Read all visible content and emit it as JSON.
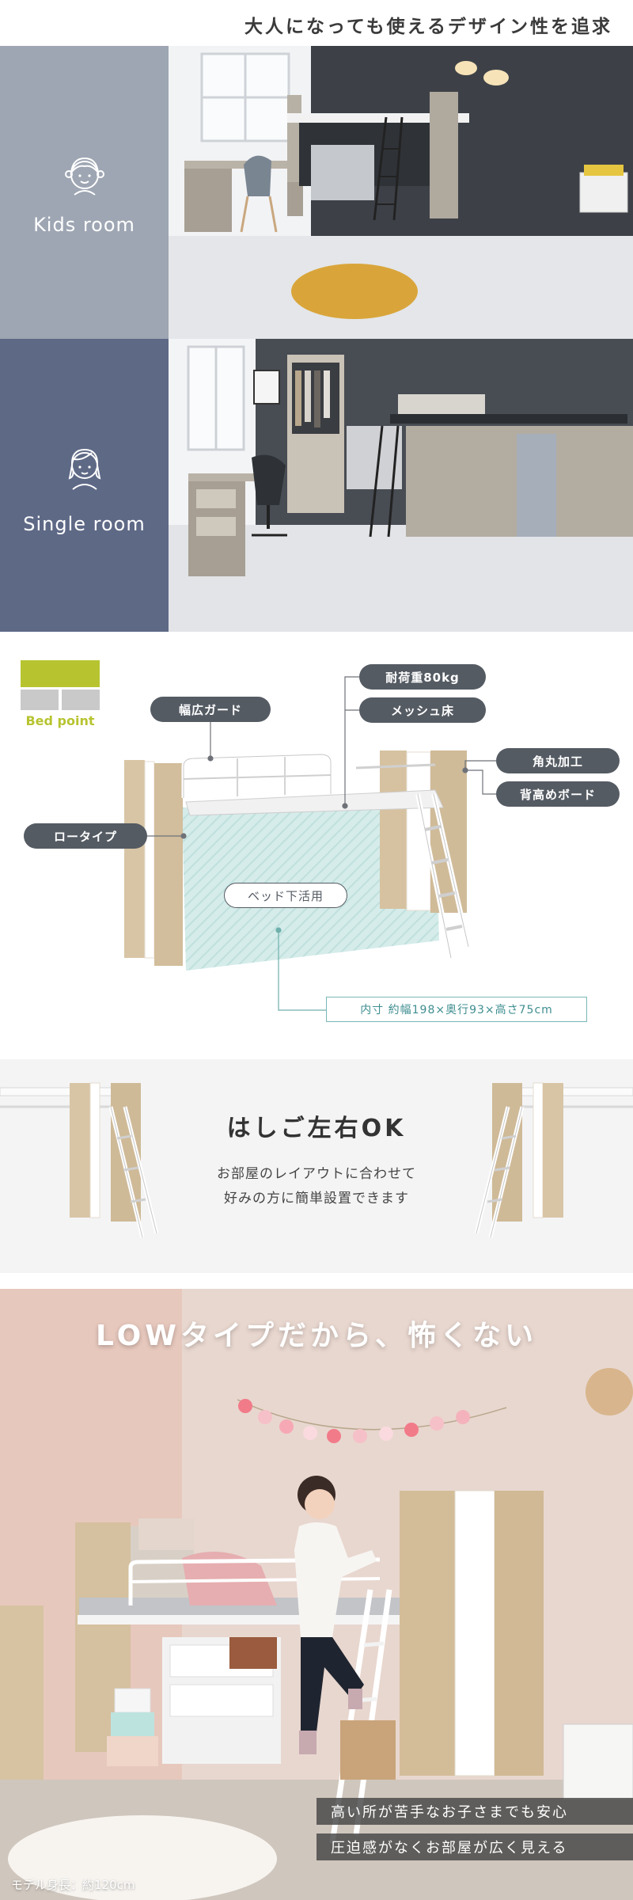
{
  "header": {
    "title": "大人になっても使えるデザイン性を追求"
  },
  "rooms": [
    {
      "label": "Kids room",
      "icon": "child-face-icon"
    },
    {
      "label": "Single room",
      "icon": "adult-face-icon"
    }
  ],
  "bed_point": {
    "logo_text": "Bed point",
    "callouts": {
      "wide_guard": "幅広ガード",
      "load": "耐荷重80kg",
      "mesh_floor": "メッシュ床",
      "rounded": "角丸加工",
      "tall_board": "背高めボード",
      "low_type": "ロータイプ",
      "under_bed": "ベッド下活用",
      "inner_size": "内寸 約幅198×奥行93×高さ75cm"
    },
    "colors": {
      "accent": "#b7c430",
      "pill": "#555b63",
      "measure": "#3f8e90"
    }
  },
  "ladder": {
    "heading": "はしご左右OK",
    "body_lines": [
      "お部屋のレイアウトに合わせて",
      "好みの方に簡単設置できます"
    ]
  },
  "low_type": {
    "headline": "LOWタイプだから、怖くない",
    "captions": [
      "高い所が苦手なお子さまでも安心",
      "圧迫感がなくお部屋が広く見える"
    ],
    "model_height": "モデル身長：約120cm"
  }
}
